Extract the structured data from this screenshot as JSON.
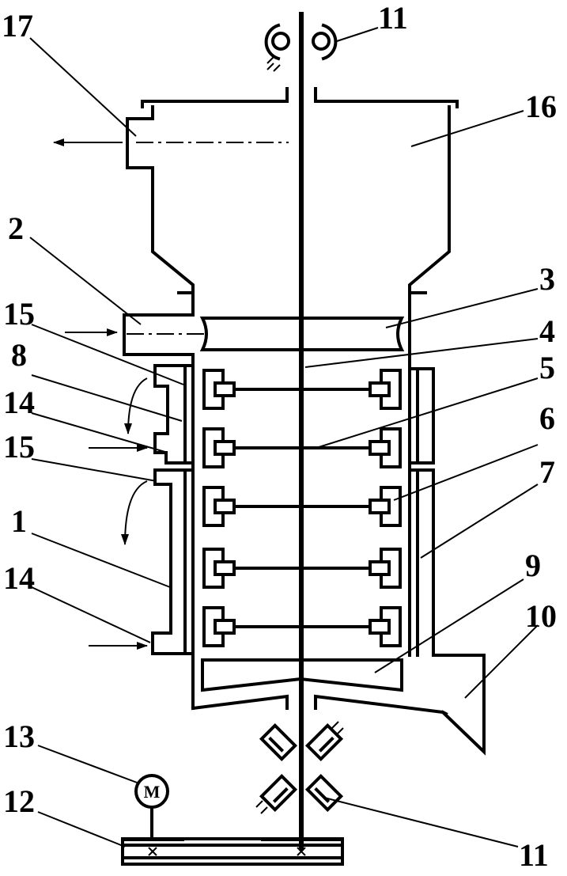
{
  "labels": {
    "l17": "17",
    "l11_top": "11",
    "l16": "16",
    "l2": "2",
    "l3": "3",
    "l15_a": "15",
    "l4": "4",
    "l8": "8",
    "l5": "5",
    "l14_a": "14",
    "l6": "6",
    "l15_b": "15",
    "l7": "7",
    "l1": "1",
    "l9": "9",
    "l14_b": "14",
    "l10": "10",
    "l13": "13",
    "l12": "12",
    "l11_bottom": "11",
    "motor": "M"
  }
}
